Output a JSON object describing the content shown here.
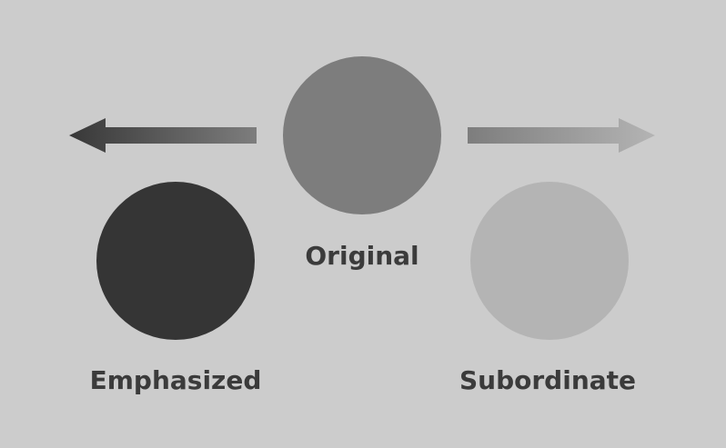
{
  "labels": {
    "original": "Original",
    "emphasized": "Emphasized",
    "subordinate": "Subordinate"
  },
  "colors": {
    "background": "#cccccc",
    "original": "#7d7d7d",
    "emphasized": "#353535",
    "subordinate": "#b4b4b4",
    "label_text": "#3b3b3b",
    "arrow_dark": "#383838",
    "arrow_light": "#b4b4b4"
  },
  "icons": {
    "left_arrow": "arrow-left-icon",
    "right_arrow": "arrow-right-icon"
  }
}
